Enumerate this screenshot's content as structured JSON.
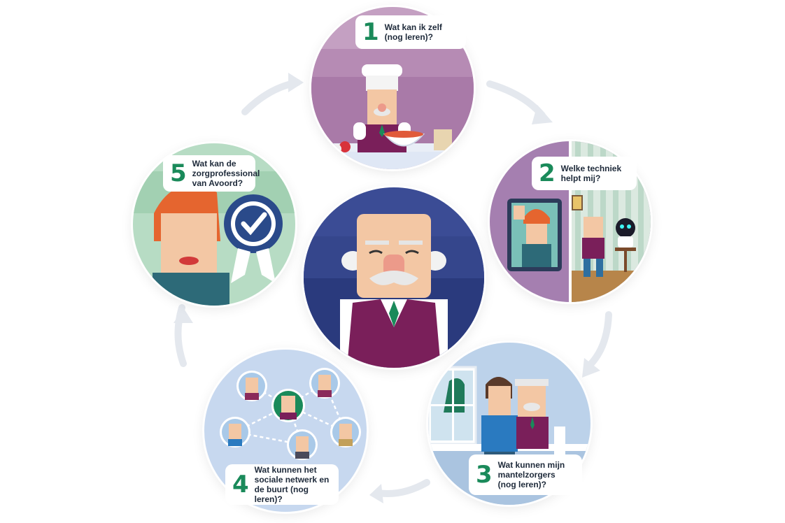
{
  "colors": {
    "accent_green": "#1a8a5a",
    "center_bg": "#2d3f86",
    "vest": "#7a1f5a",
    "skin": "#f3c7a4",
    "arrow": "#e6e9ee"
  },
  "steps": [
    {
      "number": "1",
      "text": "Wat kan ik zelf\n(nog leren)?"
    },
    {
      "number": "2",
      "text": "Welke techniek\nhelpt mij?"
    },
    {
      "number": "3",
      "text": "Wat kunnen mijn\nmantelzorgers\n(nog leren)?"
    },
    {
      "number": "4",
      "text": "Wat kunnen het\nsociale netwerk en\nde buurt (nog leren)?"
    },
    {
      "number": "5",
      "text": "Wat kan de\nzorgprofessional\nvan Avoord?"
    }
  ],
  "icons": {
    "center": "elderly-man",
    "step1": "chef-cooking",
    "step2": "tablet-robot",
    "step3": "caregivers",
    "step4": "social-network",
    "step5": "professional-checkmark-badge"
  }
}
